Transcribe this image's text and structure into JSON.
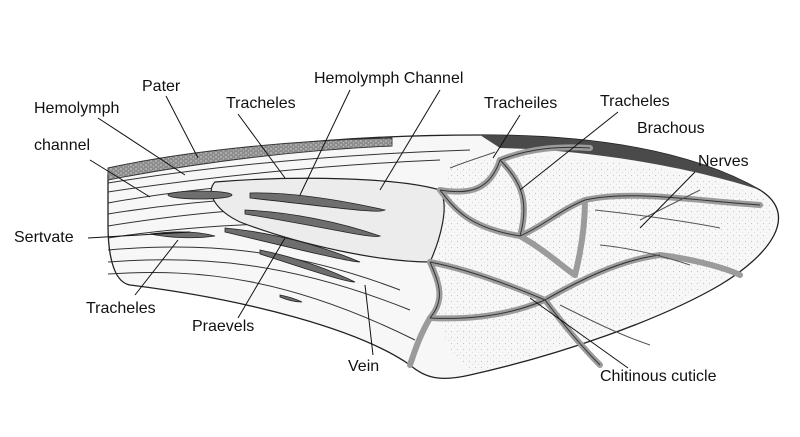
{
  "labels": {
    "pater": "Pater",
    "hemolymph": "Hemolymph",
    "channel": "channel",
    "tracheles_top": "Tracheles",
    "hemolymph_channel": "Hemolymph Channel",
    "tracheiles": "Tracheiles",
    "tracheles_right": "Tracheles",
    "brachous": "Brachous",
    "nerves": "Nerves",
    "sertvate": "Sertvate",
    "tracheles_bottom": "Tracheles",
    "praevels": "Praevels",
    "vein": "Vein",
    "chitinous_cuticle": "Chitinous cuticle"
  },
  "colors": {
    "ink": "#111111",
    "wing_fill": "#f7f7f7",
    "vein_fill": "#cfcfcf",
    "channel_fill": "#e9e9e9",
    "dark_band": "#8a8a8a"
  }
}
